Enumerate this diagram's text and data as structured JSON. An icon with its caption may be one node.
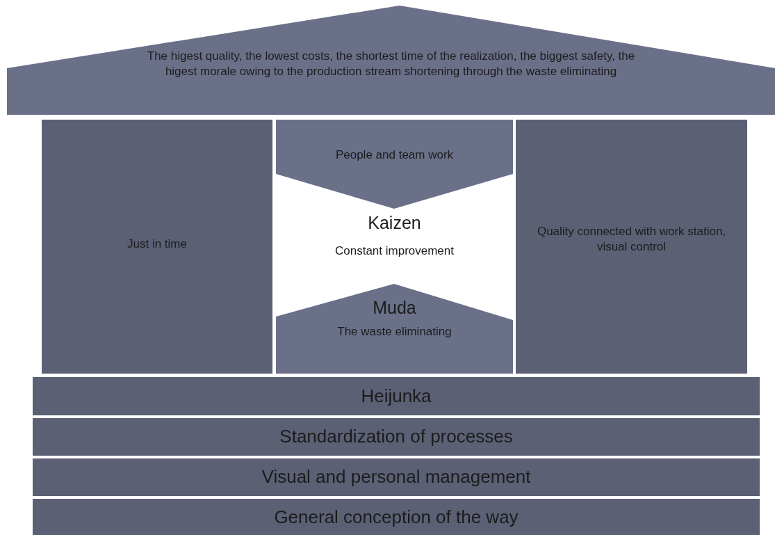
{
  "diagram": {
    "nodes": [
      {
        "text": [
          "The higest quality, the lowest costs, the shortest time of the realization, the biggest safety, the higest morale owing to the production stream shortening through the waste eliminating"
        ]
      },
      {
        "text": [
          "Just in time"
        ]
      },
      {
        "text": [
          "Kaizen",
          "Constant improvement"
        ]
      },
      {
        "text": [
          "People and team work"
        ],
        "in": 2
      },
      {
        "text": [
          "Muda",
          "The waste eliminating"
        ],
        "in": 2
      },
      {
        "text": [
          "Quality connected with work station, visual control"
        ]
      },
      {
        "text": [
          "Heijunka"
        ]
      },
      {
        "text": [
          "Standardization of processes"
        ]
      },
      {
        "text": [
          "Visual and personal management"
        ]
      },
      {
        "text": [
          "General conception of the way"
        ]
      }
    ],
    "edges": []
  }
}
